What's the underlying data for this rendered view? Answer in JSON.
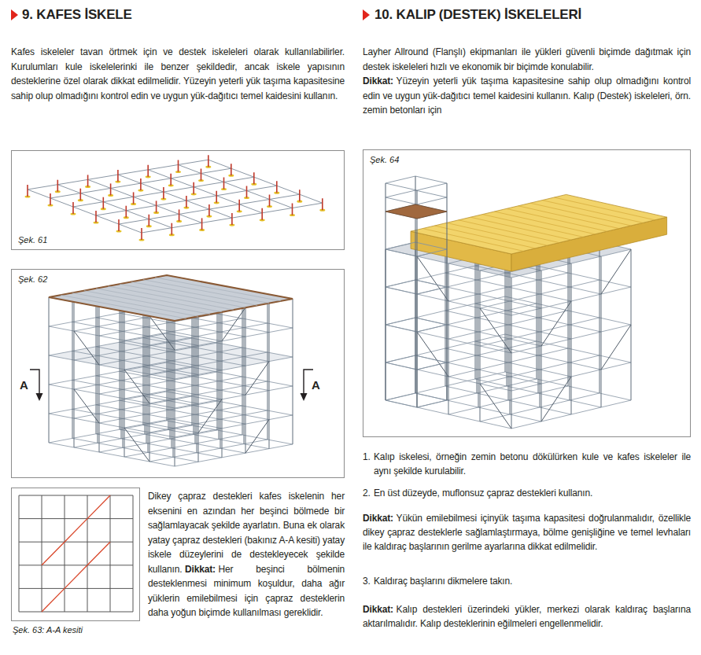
{
  "diagram": {
    "nodes": [
      {
        "text": [
          "Şek. 61"
        ]
      },
      {
        "text": [
          "Şek. 62"
        ]
      },
      {
        "text": [
          "Şek. 63: A-A kesiti"
        ]
      },
      {
        "text": [
          "Şek. 64"
        ]
      }
    ],
    "labels": [
      "9. KAFES İSKELE",
      "Kafes iskeleler tavan örtmek için ve destek iskeleleri olarak kullanılabilirler. Kurulumları kule iskelelerinki ile benzer şekildedir, ancak iskele yapısının desteklerine özel olarak dikkat edilmelidir. Yüzeyin yeterli yük taşıma kapasitesine sahip olup olmadığını kontrol edin ve uygun yük-dağıtıcı temel kaidesini kullanın.",
      "A",
      "A",
      "Dikey çapraz destekleri kafes iskelenin her eksenini en azından her beşinci bölmede bir sağlamlayacak şekilde ayarlatın. Buna ek olarak yatay çapraz destekleri (bakınız A-A kesiti) yatay iskele düzeylerini de destekleyecek şekilde kullanın.",
      "Dikkat:",
      "Her beşinci bölmenin desteklenmesi minimum koşuldur, daha ağır yüklerin emilebilmesi için çapraz desteklerin daha yoğun biçimde kullanılması gereklidir.",
      "10. KALIP (DESTEK) İSKELELERİ",
      "Layher Allround (Flanşlı) ekipmanları ile yükleri güvenli biçimde dağıtmak için destek iskeleleri hızlı ve ekonomik bir biçimde konulabilir.",
      "Dikkat:",
      "Yüzeyin yeterli yük taşıma kapasitesine sahip olup olmadığını kontrol edin ve uygun yük-dağıtıcı temel kaidesini kullanın. Kalıp (Destek) iskeleleri, örn. zemin betonları için",
      "1.",
      "Kalıp iskelesi, örneğin zemin betonu dökülürken kule ve kafes iskeleler ile aynı şekilde kurulabilir.",
      "2.",
      "En üst düzeyde, muflonsuz çapraz destekleri kullanın.",
      "Dikkat:",
      "Yükün emilebilmesi içinyük taşıma kapasitesi doğrulanmalıdır, özellikle dikey çapraz desteklerle sağlamlaştırmaya, bölme genişliğine ve temel levhaları ile kaldıraç başlarının gerilme ayarlarına dikkat edilmelidir.",
      "3.",
      "Kaldıraç başlarını dikmelere takın.",
      "Dikkat:",
      "Kalıp destekleri üzerindeki yükler, merkezi olarak kaldıraç başlarına aktarılmalıdır. Kalıp desteklerinin eğilmeleri engellenmelidir."
    ]
  }
}
